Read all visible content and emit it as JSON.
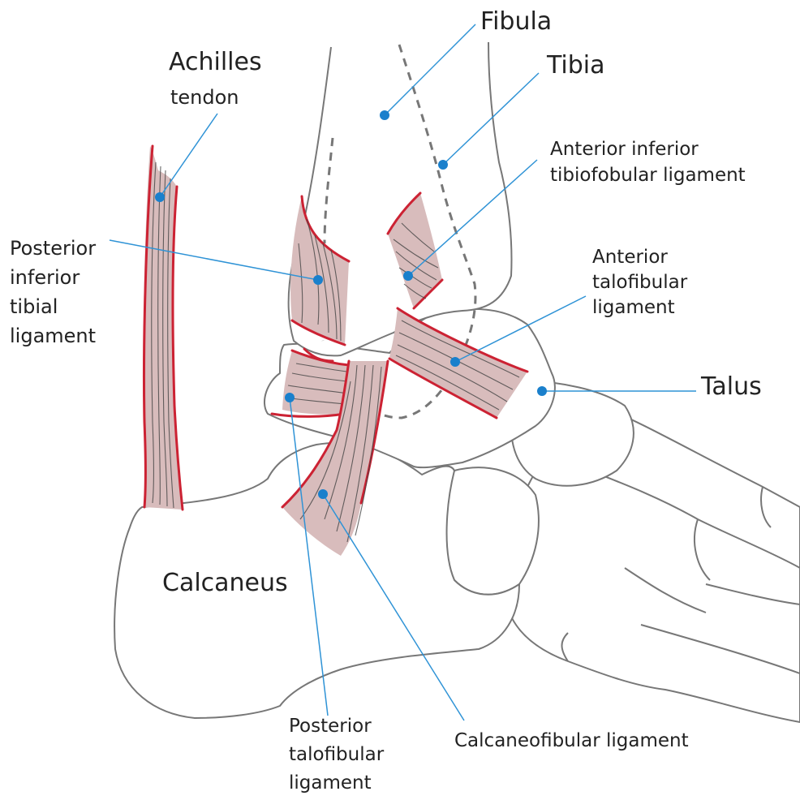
{
  "diagram": {
    "labels": {
      "fibula": "Fibula",
      "tibia": "Tibia",
      "achilles": "Achilles",
      "achilles_sub": "tendon",
      "posterior_inferior_tibial": [
        "Posterior",
        "inferior",
        "tibial",
        "ligament"
      ],
      "anterior_inferior_tibiofobular": [
        "Anterior inferior",
        "tibiofobular ligament"
      ],
      "anterior_talofibular": [
        "Anterior",
        "talofibular",
        "ligament"
      ],
      "talus": "Talus",
      "calcaneus": "Calcaneus",
      "posterior_talofibular": [
        "Posterior",
        "talofibular",
        "ligament"
      ],
      "calcaneofibular": "Calcaneofibular ligament"
    },
    "colors": {
      "leader_line": "#2f93d6",
      "marker_dot": "#1a80cc",
      "ligament_fill": "#d8bcbc",
      "ligament_edge": "#cc2233",
      "bone_outline": "#777777"
    }
  }
}
